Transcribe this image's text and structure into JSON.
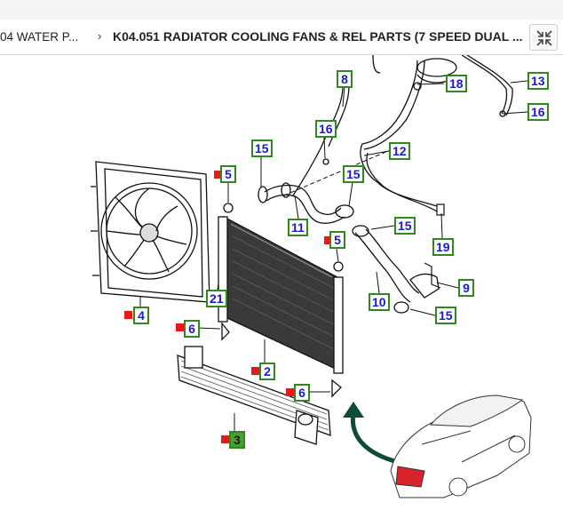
{
  "breadcrumb": {
    "items": [
      "04 WATER P...",
      "K04.051 RADIATOR COOLING FANS & REL PARTS (7 SPEED DUAL ..."
    ],
    "separator": "›"
  },
  "toolbar": {
    "collapse_icon": "collapse-arrows-icon"
  },
  "colors": {
    "callout_border": "#2e8a1f",
    "callout_text": "#1a1acc",
    "marker": "#e8191c",
    "selected_fill": "#4aa02c",
    "arrow": "#0d4d34"
  },
  "callouts": [
    {
      "label": "8"
    },
    {
      "label": "18"
    },
    {
      "label": "13"
    },
    {
      "label": "16"
    },
    {
      "label": "16"
    },
    {
      "label": "12"
    },
    {
      "label": "15"
    },
    {
      "label": "5"
    },
    {
      "label": "15"
    },
    {
      "label": "11"
    },
    {
      "label": "15"
    },
    {
      "label": "5"
    },
    {
      "label": "19"
    },
    {
      "label": "21"
    },
    {
      "label": "9"
    },
    {
      "label": "10"
    },
    {
      "label": "15"
    },
    {
      "label": "4"
    },
    {
      "label": "6"
    },
    {
      "label": "2"
    },
    {
      "label": "6"
    },
    {
      "label": "3"
    }
  ]
}
